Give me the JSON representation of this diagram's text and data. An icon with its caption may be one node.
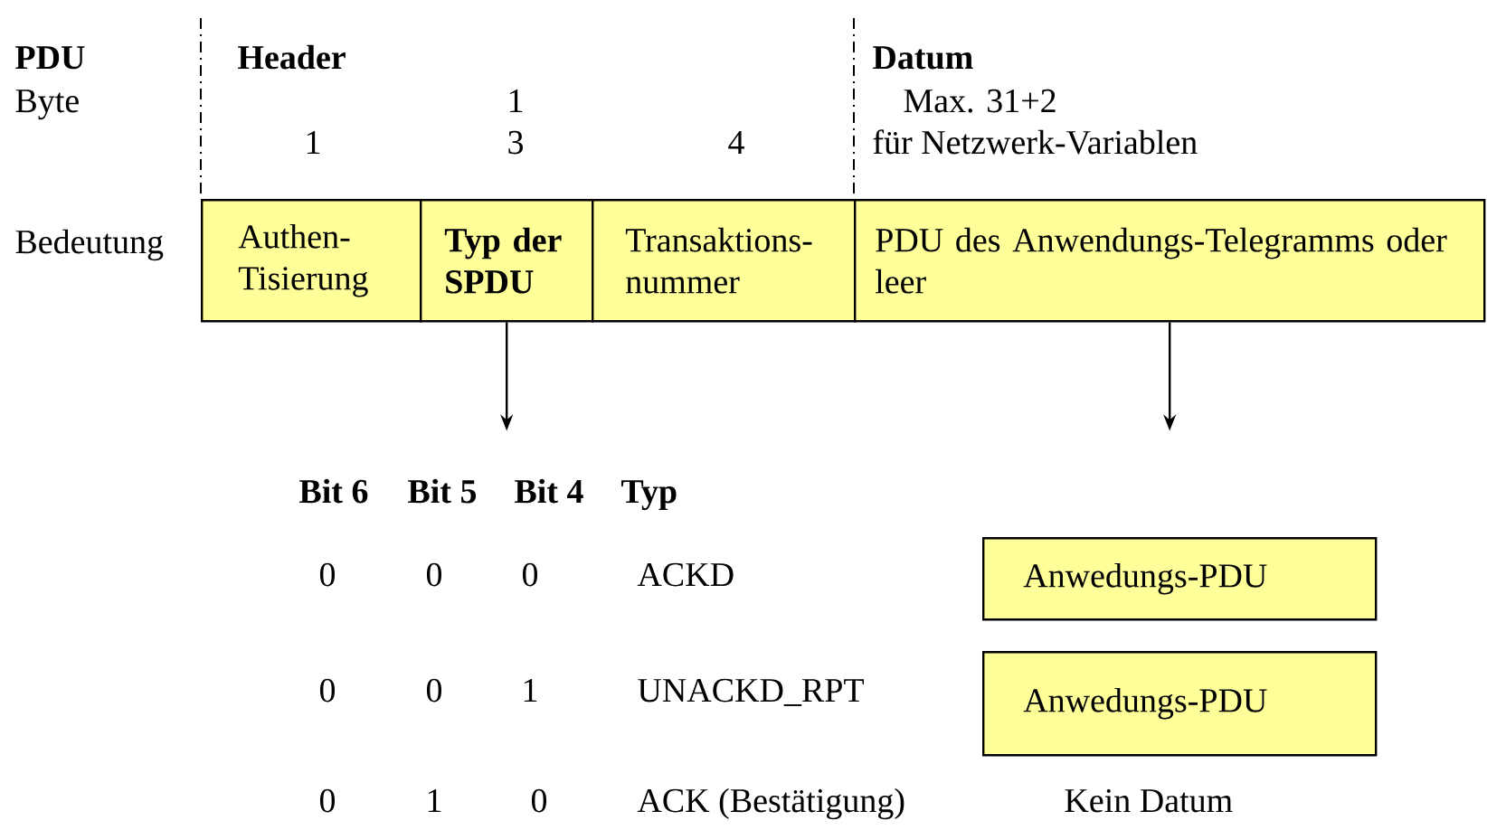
{
  "diagram": {
    "nodes": [
      {
        "text": [
          "Authen- Tisierung"
        ]
      },
      {
        "text": [
          "Typ der SPDU"
        ]
      },
      {
        "text": [
          "Transaktions- nummer"
        ]
      },
      {
        "text": [
          "PDU des Anwendungs-Telegramms oder leer"
        ]
      },
      {
        "text": [
          "Anwedungs-PDU"
        ]
      },
      {
        "text": [
          "Anwedungs-PDU"
        ]
      }
    ],
    "edges": [
      {
        "from": 1,
        "to": null,
        "arrow": "to"
      },
      {
        "from": 3,
        "to": null,
        "arrow": "to"
      }
    ],
    "labels": [
      "PDU",
      "Header",
      "Datum",
      "Byte",
      "1",
      "Max. 31+2",
      "1",
      "3",
      "4",
      "für Netzwerk-Variablen",
      "Bedeutung",
      "Bit 6",
      "Bit 5",
      "Bit 4",
      "Typ",
      "0",
      "0",
      "0",
      "ACKD",
      "0",
      "0",
      "1",
      "UNACKD_RPT",
      "0",
      "1",
      "0",
      "ACK (Bestätigung)",
      "Kein Datum"
    ]
  }
}
